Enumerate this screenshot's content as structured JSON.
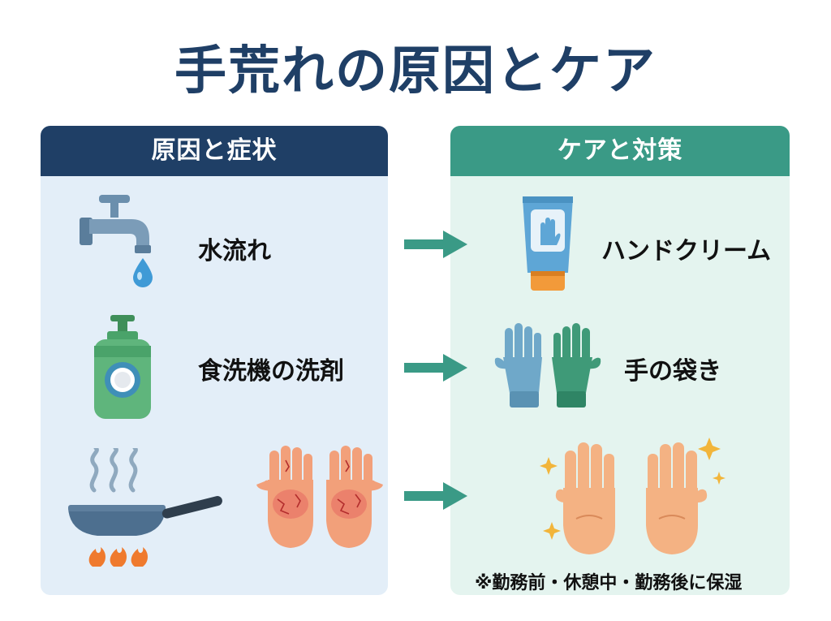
{
  "title": "手荒れの原因とケア",
  "left_panel": {
    "header": "原因と症状",
    "rows": [
      {
        "label": "水流れ",
        "icon": "faucet-icon"
      },
      {
        "label": "食洗機の洗剤",
        "icon": "detergent-bottle-icon"
      },
      {
        "label": "",
        "icon": "frying-pan-icon"
      }
    ]
  },
  "right_panel": {
    "header": "ケアと対策",
    "rows": [
      {
        "label": "ハンドクリーム",
        "icon": "hand-cream-icon"
      },
      {
        "label": "手の袋き",
        "icon": "gloves-icon"
      },
      {
        "label": "",
        "icon": "healthy-hands-icon"
      }
    ]
  },
  "footnote": "※勤務前・休憩中・勤務後に保湿",
  "colors": {
    "title": "#1f3f66",
    "left_header": "#1f3f66",
    "right_header": "#3a9a86",
    "left_bg": "#e3eef8",
    "right_bg": "#e4f4ef",
    "arrow": "#3a9a86"
  }
}
